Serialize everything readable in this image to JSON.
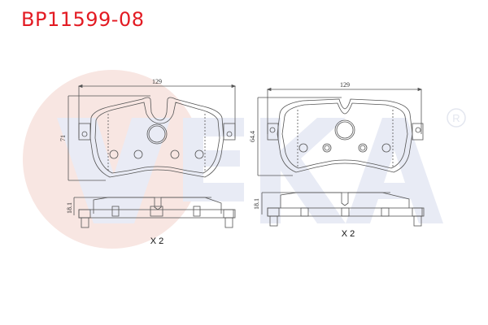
{
  "product": {
    "part_number": "BP11599-08",
    "title_color": "#e31b23"
  },
  "watermark": {
    "brand_text": "VEKA",
    "registered_mark": "®",
    "circle_color": "#f8e6e2",
    "letters_color": "#e8ebf5"
  },
  "drawings": {
    "pad_left": {
      "width_label": "129",
      "height_label": "71",
      "thickness_label": "18.1",
      "quantity_label": "X 2"
    },
    "pad_right": {
      "width_label": "129",
      "height_label": "64.4",
      "thickness_label": "18.1",
      "quantity_label": "X 2"
    }
  }
}
